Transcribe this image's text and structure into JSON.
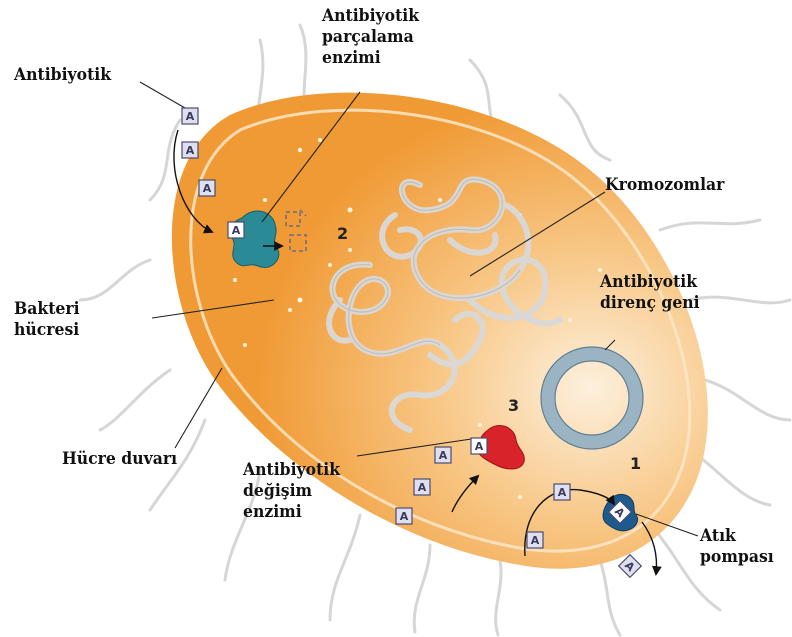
{
  "labels": {
    "antibiotic": "Antibiyotik",
    "degrading_enzyme": [
      "Antibiyotik",
      "parçalama",
      "enzimi"
    ],
    "chromosomes": "Kromozomlar",
    "bacterial_cell": [
      "Bakteri",
      "hücresi"
    ],
    "resistance_gene": [
      "Antibiyotik",
      "direnç geni"
    ],
    "cell_wall": "Hücre duvarı",
    "modifying_enzyme": [
      "Antibiyotik",
      "değişim",
      "enzimi"
    ],
    "efflux_pump": [
      "Atık",
      "pompası"
    ]
  },
  "numbers": {
    "n1": "1",
    "n2": "2",
    "n3": "3"
  },
  "antibiotic_symbol": "A",
  "colors": {
    "cell": "#f29c3a",
    "cell_light": "#fbe3c3",
    "degrading_enzyme": "#2a8a95",
    "modifying_enzyme": "#d8232a",
    "pump": "#1f5a8c",
    "plasmid": "#9ab4c4",
    "chromosome": "#dcdcdc"
  }
}
